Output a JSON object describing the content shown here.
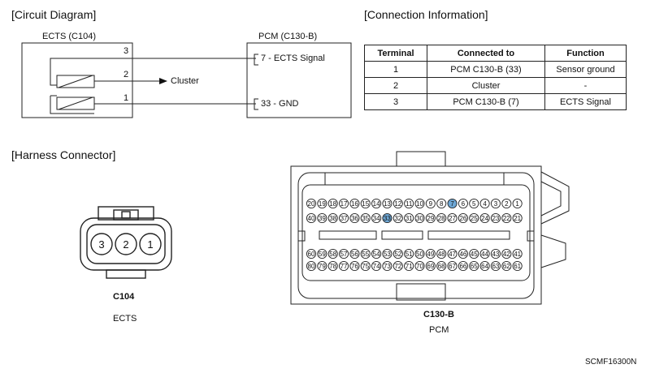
{
  "circuit": {
    "title": "[Circuit Diagram]",
    "sensor_label": "ECTS (C104)",
    "pcm_label": "PCM (C130-B)",
    "wire_numbers": [
      "3",
      "2",
      "1"
    ],
    "cluster_label": "Cluster",
    "pcm_pins": [
      "7 - ECTS Signal",
      "33 - GND"
    ]
  },
  "connection": {
    "title": "[Connection Information]",
    "headers": [
      "Terminal",
      "Connected to",
      "Function"
    ],
    "rows": [
      [
        "1",
        "PCM C130-B (33)",
        "Sensor ground"
      ],
      [
        "2",
        "Cluster",
        "-"
      ],
      [
        "3",
        "PCM C130-B (7)",
        "ECTS Signal"
      ]
    ]
  },
  "harness": {
    "title": "[Harness Connector]",
    "c104_pins": [
      "3",
      "2",
      "1"
    ],
    "c104_id": "C104",
    "c104_name": "ECTS",
    "c130_id": "C130-B",
    "c130_name": "PCM",
    "c130_rows": [
      {
        "pins": [
          "20",
          "19",
          "18",
          "17",
          "16",
          "15",
          "14",
          "13",
          "12",
          "11",
          "10",
          "9",
          "8",
          "7",
          "6",
          "5",
          "4",
          "3",
          "2",
          "1"
        ],
        "highlight": [
          "7"
        ]
      },
      {
        "pins": [
          "40",
          "39",
          "38",
          "37",
          "36",
          "35",
          "34",
          "33",
          "32",
          "31",
          "30",
          "29",
          "28",
          "27",
          "26",
          "25",
          "24",
          "23",
          "22",
          "21"
        ],
        "highlight": [
          "33"
        ]
      },
      {
        "pins": [
          "60",
          "59",
          "58",
          "57",
          "56",
          "55",
          "54",
          "53",
          "52",
          "51",
          "50",
          "49",
          "48",
          "47",
          "46",
          "45",
          "44",
          "43",
          "42",
          "41"
        ],
        "highlight": []
      },
      {
        "pins": [
          "80",
          "79",
          "78",
          "77",
          "76",
          "75",
          "74",
          "73",
          "72",
          "71",
          "70",
          "69",
          "68",
          "67",
          "66",
          "65",
          "64",
          "63",
          "62",
          "61"
        ],
        "highlight": []
      }
    ],
    "highlight_color": "#6fa8d6"
  },
  "figure_code": "SCMF16300N"
}
